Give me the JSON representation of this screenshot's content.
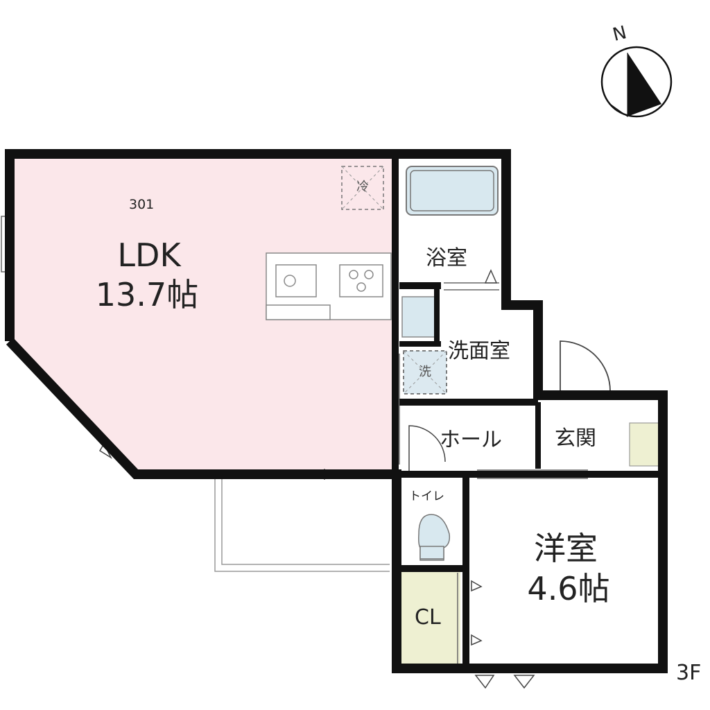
{
  "unit_number": "301",
  "floor_label": "3F",
  "compass": {
    "label": "N"
  },
  "rooms": {
    "ldk": {
      "name": "LDK",
      "size": "13.7帖"
    },
    "bath": {
      "name": "浴室"
    },
    "washroom": {
      "name": "洗面室"
    },
    "hall": {
      "name": "ホール"
    },
    "entrance": {
      "name": "玄関"
    },
    "toilet": {
      "name": "トイレ"
    },
    "bedroom": {
      "name": "洋室",
      "size": "4.6帖"
    },
    "closet": {
      "name": "CL"
    }
  },
  "appliance_marks": {
    "fridge": "冷",
    "washer": "洗"
  },
  "colors": {
    "wall": "#111111",
    "ldk_floor": "#fbe7ea",
    "bath_tub": "#d8e8ef",
    "storage": "#eef0d2",
    "line": "#777777"
  }
}
